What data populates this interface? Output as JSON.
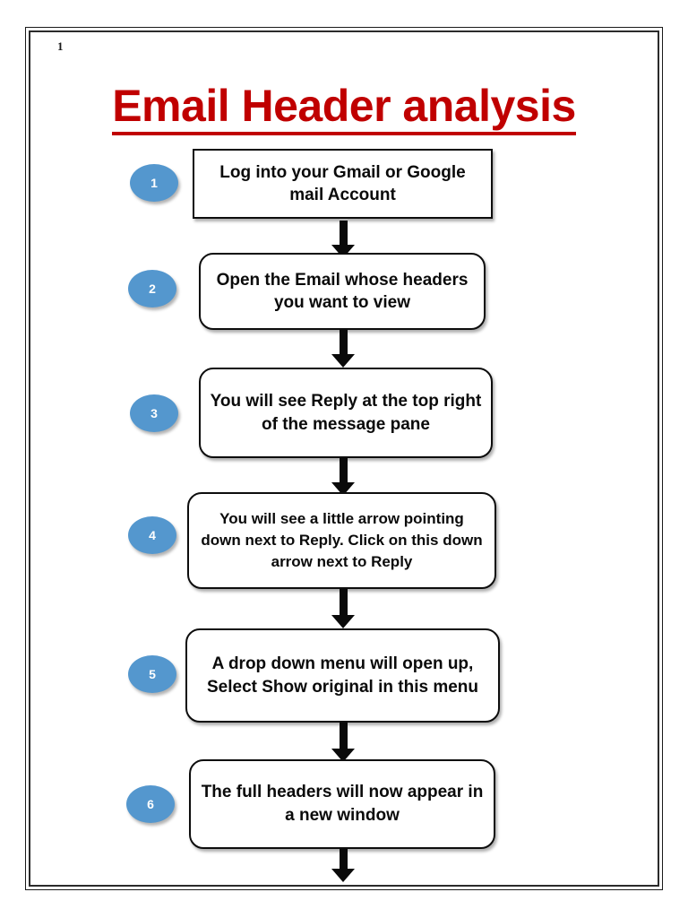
{
  "document": {
    "page_number": "1",
    "title": "Email Header analysis",
    "title_color": "#C00000",
    "badge_color": "#5497CE",
    "border_color": "#0D0D0D",
    "text_color": "#0A0A0A",
    "background": "#FFFFFF"
  },
  "flowchart": {
    "type": "vertical-process-flow",
    "connector": "down-arrow",
    "steps": [
      {
        "number": "1",
        "text": "Log into your Gmail or Google mail Account",
        "shape": "rectangle"
      },
      {
        "number": "2",
        "text": "Open the Email whose headers you want to view",
        "shape": "rounded-rectangle"
      },
      {
        "number": "3",
        "text": "You will see Reply at the top right of the message pane",
        "shape": "rounded-rectangle"
      },
      {
        "number": "4",
        "text": "You will see a little arrow pointing down next to Reply. Click on this down arrow next to Reply",
        "shape": "rounded-rectangle"
      },
      {
        "number": "5",
        "text": "A drop down menu will open up, Select Show original in this menu",
        "shape": "rounded-rectangle"
      },
      {
        "number": "6",
        "text": "The full headers will now appear in a new window",
        "shape": "rounded-rectangle"
      }
    ]
  }
}
